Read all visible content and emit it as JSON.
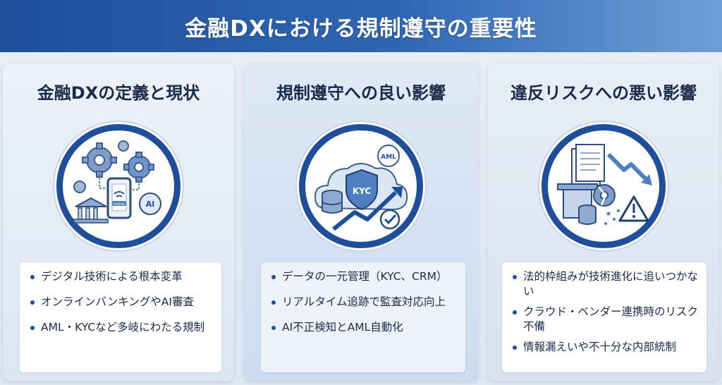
{
  "header": {
    "title": "金融DXにおける規制遵守の重要性"
  },
  "panels": [
    {
      "title": "金融DXの定義と現状",
      "icon": "gears-phone-bank-ai-icon",
      "icon_labels": {
        "phone": "online",
        "ai": "AI"
      },
      "bullets": [
        "デジタル技術による根本変革",
        "オンラインバンキングやAI審査",
        "AML・KYCなど多岐にわたる規制"
      ]
    },
    {
      "title": "規制遵守への良い影響",
      "icon": "cloud-shield-growth-icon",
      "icon_labels": {
        "shield": "KYC",
        "bubble": "AML"
      },
      "bullets": [
        "データの一元管理（KYC、CRM）",
        "リアルタイム追跡で監査対応向上",
        "AI不正検知とAML自動化"
      ]
    },
    {
      "title": "違反リスクへの悪い影響",
      "icon": "documents-broken-gear-warning-icon",
      "bullets": [
        "法的枠組みが技術進化に追いつかない",
        "クラウド・ベンダー連携時のリスク不備",
        "情報漏えいや不十分な内部統制"
      ]
    }
  ],
  "colors": {
    "primary": "#1f4f9a",
    "text": "#1a2b4a",
    "accent_light": "#6f9fd6"
  }
}
